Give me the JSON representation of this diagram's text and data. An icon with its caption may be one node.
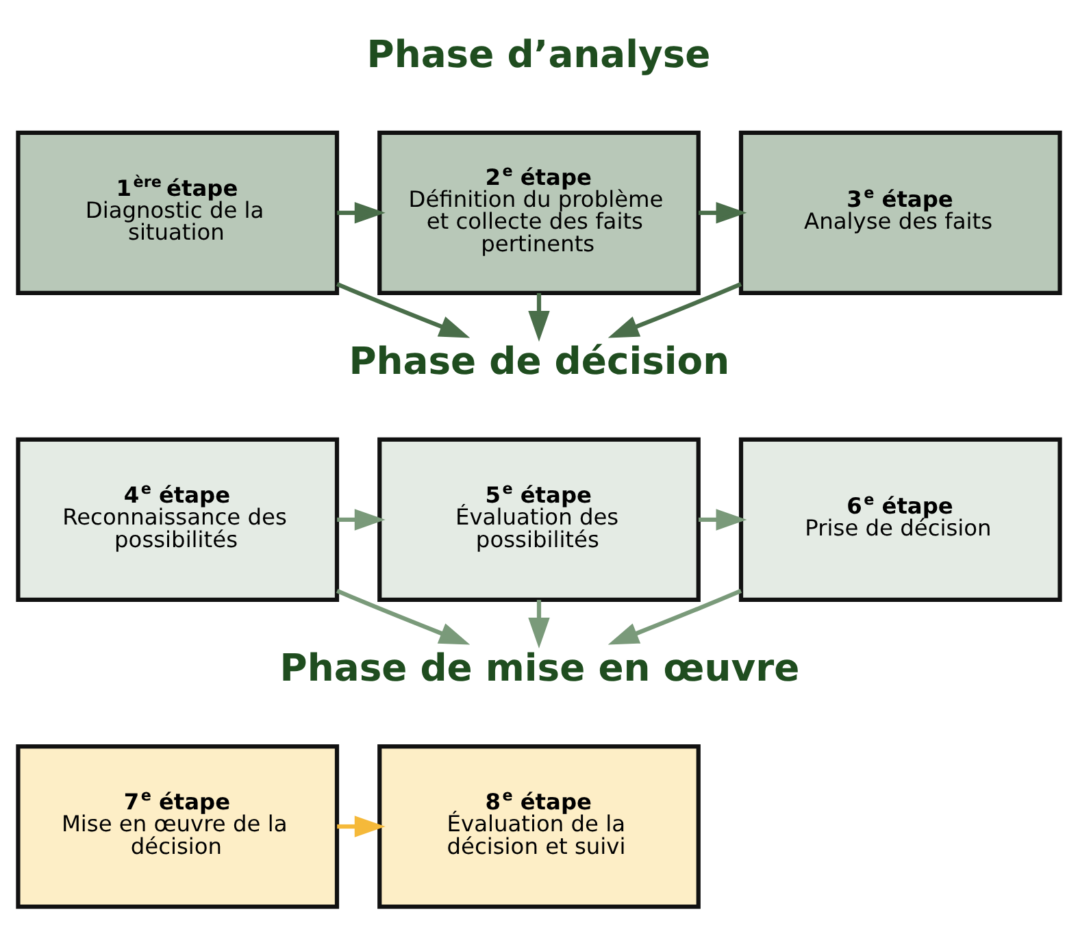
{
  "diagram": {
    "nodes": [
      {
        "text": [
          "Phase d’analyse"
        ]
      },
      {
        "text": [
          "1$^{ère}$ étape",
          "Diagnostic de la situation"
        ]
      },
      {
        "text": [
          "2$^{e}$ étape",
          "Définition du problème et collecte des faits pertinents"
        ]
      },
      {
        "text": [
          "3$^{e}$ étape",
          "Analyse des faits"
        ]
      },
      {
        "text": [
          "Phase de décision"
        ]
      },
      {
        "text": [
          "4$^{e}$ étape",
          "Reconnaissance des possibilités"
        ]
      },
      {
        "text": [
          "5$^{e}$ étape",
          "Évaluation des possibilités"
        ]
      },
      {
        "text": [
          "6$^{e}$ étape",
          "Prise de décision"
        ]
      },
      {
        "text": [
          "Phase de mise en œuvre"
        ]
      },
      {
        "text": [
          "7$^{e}$ étape",
          "Mise en œuvre de la décision"
        ]
      },
      {
        "text": [
          "8$^{e}$ étape",
          "Évaluation de la décision et suivi"
        ]
      }
    ],
    "edges": [
      {
        "from": 1,
        "to": 2,
        "arrow": "to"
      },
      {
        "from": 2,
        "to": 3,
        "arrow": "to"
      },
      {
        "from": 1,
        "to": 4,
        "arrow": "to"
      },
      {
        "from": 2,
        "to": 4,
        "arrow": "to"
      },
      {
        "from": 3,
        "to": 4,
        "arrow": "to"
      },
      {
        "from": 5,
        "to": 6,
        "arrow": "to",
        "color": "#7a9a7a"
      },
      {
        "from": 6,
        "to": 7,
        "arrow": "to",
        "color": "#7a9a7a"
      },
      {
        "from": 5,
        "to": 8,
        "arrow": "to",
        "color": "#7a9a7a"
      },
      {
        "from": 6,
        "to": 8,
        "arrow": "to",
        "color": "#7a9a7a"
      },
      {
        "from": 7,
        "to": 8,
        "arrow": "to",
        "color": "#7a9a7a"
      },
      {
        "from": 9,
        "to": 10,
        "arrow": "to",
        "color": "#f5b93a"
      }
    ]
  }
}
